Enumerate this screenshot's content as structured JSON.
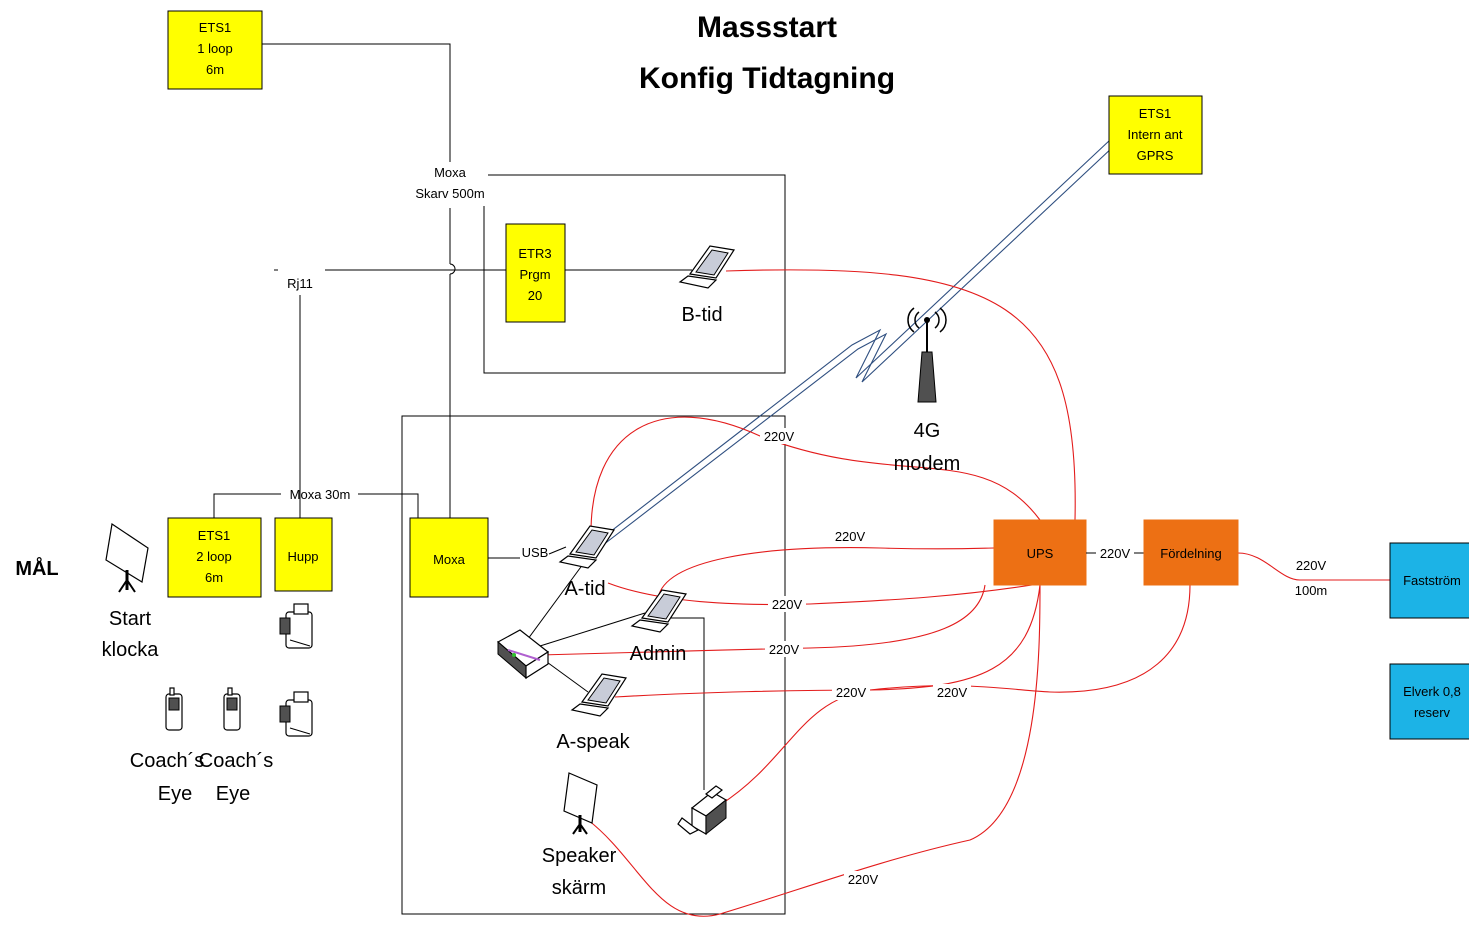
{
  "title": {
    "line1": "Massstart",
    "line2": "Konfig Tidtagning"
  },
  "side_label": "MÅL",
  "boxes": {
    "ets1_top": [
      "ETS1",
      "1 loop",
      "6m"
    ],
    "ets1_gprs": [
      "ETS1",
      "Intern ant",
      "GPRS"
    ],
    "etr3": [
      "ETR3",
      "Prgm",
      "20"
    ],
    "ets1_finish": [
      "ETS1",
      "2 loop",
      "6m"
    ],
    "hupp": "Hupp",
    "moxa": "Moxa",
    "ups": "UPS",
    "fordelning": "Fördelning",
    "faststrom": "Fastström",
    "elverk": [
      "Elverk 0,8",
      "reserv"
    ]
  },
  "wire_labels": {
    "moxa_skarv": [
      "Moxa",
      "Skarv 500m"
    ],
    "rj11": "Rj11",
    "moxa_30m": "Moxa 30m",
    "usb": "USB"
  },
  "power_labels": {
    "v1": "220V",
    "v2": "220V",
    "v3": "220V",
    "v4": "220V",
    "v5": "220V",
    "v6": "220V",
    "v7": "220V",
    "v8": "220V",
    "mains": [
      "220V",
      "100m"
    ]
  },
  "devices": {
    "b_tid": "B-tid",
    "modem": [
      "4G",
      "modem"
    ],
    "a_tid": "A-tid",
    "admin": "Admin",
    "a_speak": "A-speak",
    "speaker": [
      "Speaker",
      "skärm"
    ],
    "start_klocka": [
      "Start",
      "klocka"
    ],
    "coach1": [
      "Coach´s",
      "Eye"
    ],
    "coach2": [
      "Coach´s",
      "Eye"
    ]
  },
  "icons": [
    "laptop-icon",
    "projector-screen-icon",
    "cell-tower-icon",
    "printer-icon",
    "router-icon",
    "video-camera-icon",
    "mobile-phone-icon"
  ],
  "colors": {
    "timing_box": "#ffff00",
    "power_box": "#ed7014",
    "mains_box": "#1cb3e6",
    "power_line": "#e31b1b",
    "radio_link": "#2f4f80"
  }
}
